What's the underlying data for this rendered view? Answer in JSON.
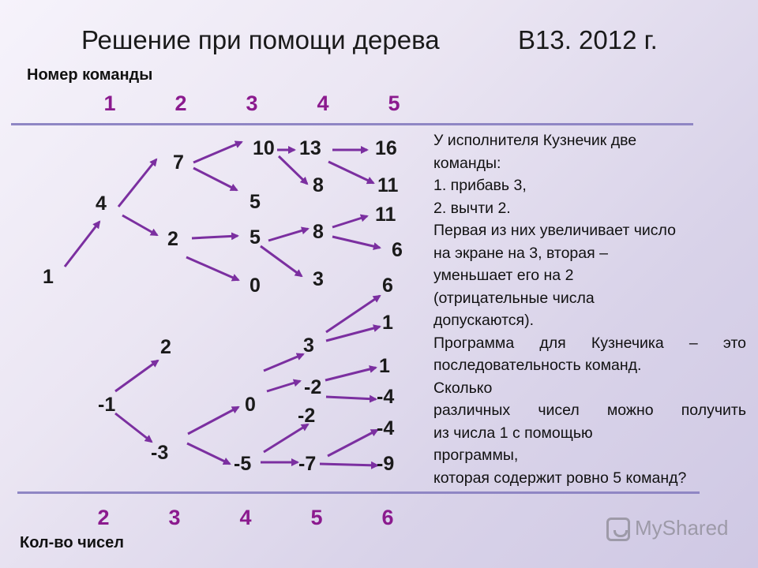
{
  "title": "Решение при помощи дерева",
  "title_code": "В13. 2012 г.",
  "command_label": "Номер команды",
  "count_label": "Кол-во чисел",
  "command_numbers": [
    "1",
    "2",
    "3",
    "4",
    "5"
  ],
  "count_numbers": [
    "2",
    "3",
    "4",
    "5",
    "6"
  ],
  "tree_nodes": {
    "root": "1",
    "l1_top": "4",
    "l1_bot": "-1",
    "l2_a": "7",
    "l2_b": "2",
    "l2_c": "2",
    "l2_d": "-3",
    "l3_a": "10",
    "l3_b": "5",
    "l3_c": "5",
    "l3_d": "0",
    "l3_e": "0",
    "l3_f": "-5",
    "l4_a": "13",
    "l4_b": "8",
    "l4_c": "8",
    "l4_d": "3",
    "l4_e": "3",
    "l4_f": "-2",
    "l4_g": "-2",
    "l4_h": "-7",
    "l5_a": "16",
    "l5_b": "11",
    "l5_c": "11",
    "l5_d": "6",
    "l5_e": "6",
    "l5_f": "1",
    "l5_g": "1",
    "l5_h": "-4",
    "l5_i": "-4",
    "l5_j": "-9"
  },
  "description": {
    "line1": "У исполнителя Кузнечик две",
    "line2": "команды:",
    "line3": "1.  прибавь 3,",
    "line4": "2.  вычти 2.",
    "line5": "Первая из них увеличивает число",
    "line6": "на экране на 3, вторая –",
    "line7": "уменьшает его на 2",
    "line8": "(отрицательные числа",
    "line9": "допускаются).",
    "line10": "Программа  для  Кузнечика –  это",
    "line11": "последовательность  команд.",
    "line12": "Сколько",
    "line13": "различных  чисел  можно  получить",
    "line14": "из  числа 1  с  помощью",
    "line15": "программы,",
    "line16": "которая содержит ровно 5 команд?"
  },
  "watermark": "MyShared",
  "colors": {
    "arrow": "#7b2fa0",
    "column_numbers": "#8b1a8e",
    "rule": "#8f86c4"
  }
}
